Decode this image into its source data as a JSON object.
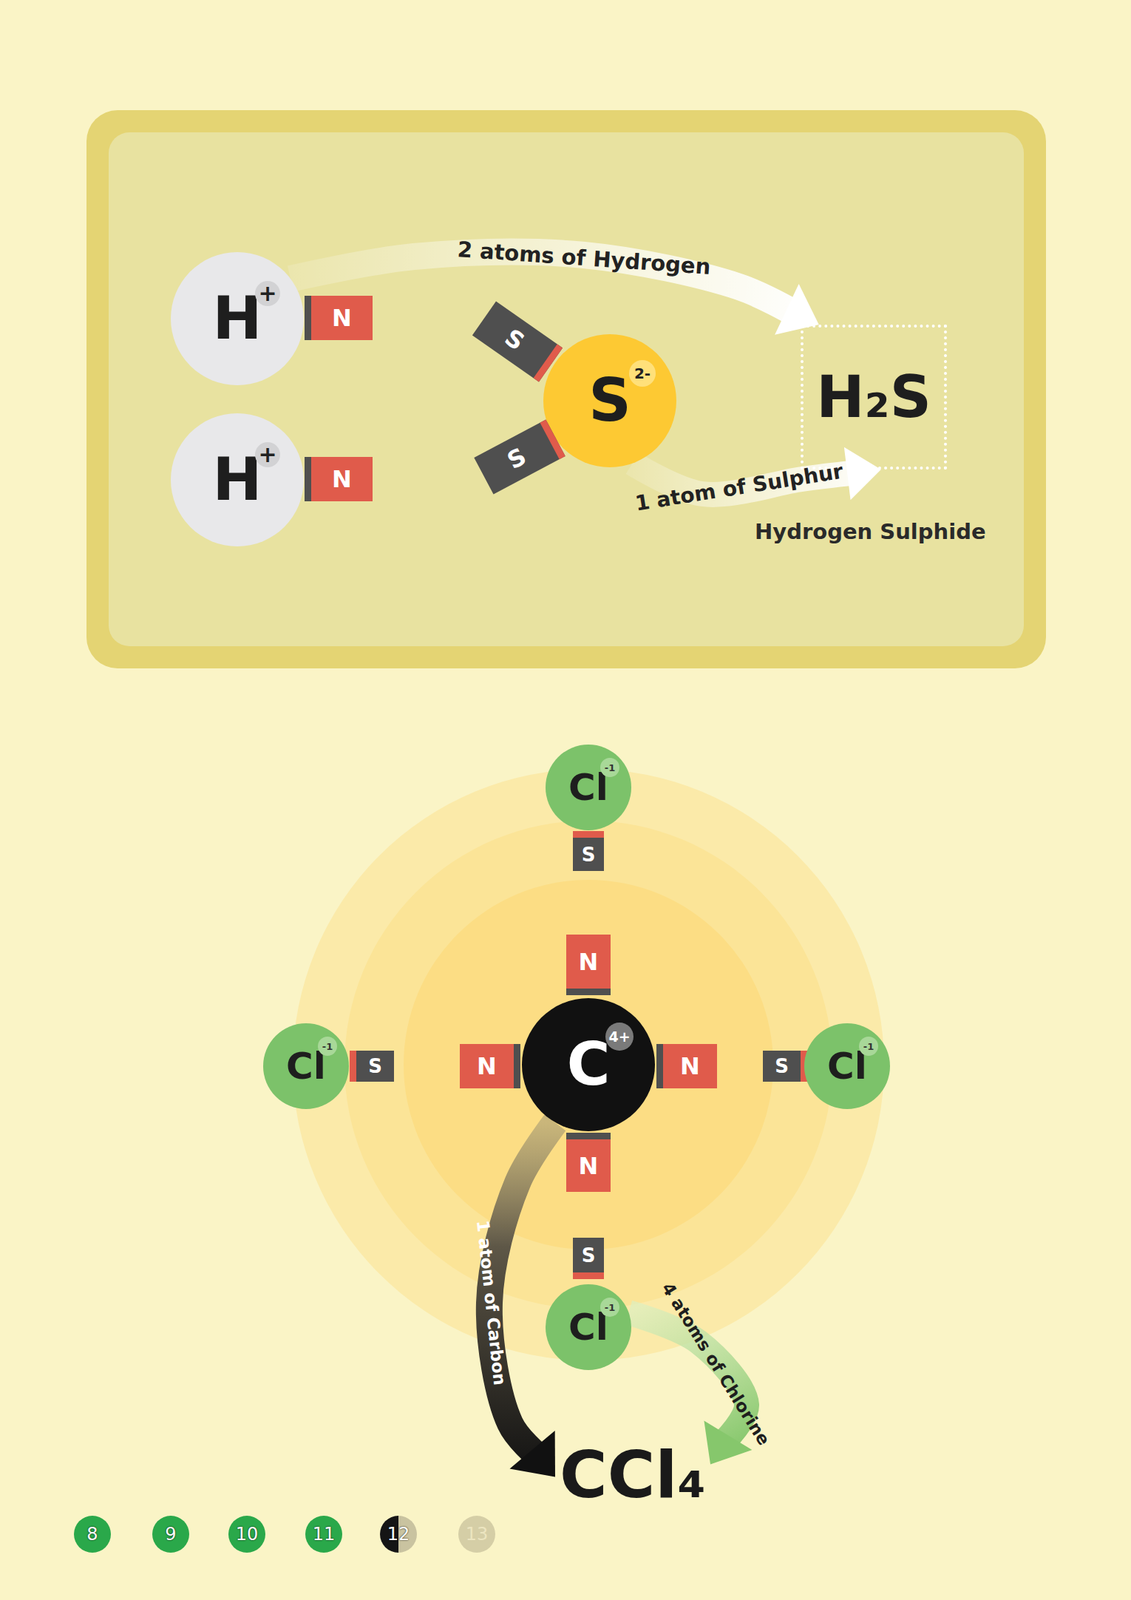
{
  "diagram": {
    "nodes": [
      {
        "text": [
          "H",
          "+"
        ]
      },
      {
        "text": [
          "N"
        ]
      },
      {
        "text": [
          "H",
          "+"
        ]
      },
      {
        "text": [
          "N"
        ]
      },
      {
        "text": [
          "S",
          "2-"
        ]
      },
      {
        "text": [
          "S"
        ]
      },
      {
        "text": [
          "S"
        ]
      },
      {
        "text": [
          "H₂S",
          "Hydrogen Sulphide"
        ]
      },
      {
        "text": [
          "Cl",
          "-1"
        ]
      },
      {
        "text": [
          "S"
        ]
      },
      {
        "text": [
          "N"
        ]
      },
      {
        "text": [
          "Cl",
          "-1"
        ]
      },
      {
        "text": [
          "S"
        ]
      },
      {
        "text": [
          "N"
        ]
      },
      {
        "text": [
          "C",
          "4+"
        ]
      },
      {
        "text": [
          "N"
        ]
      },
      {
        "text": [
          "S"
        ]
      },
      {
        "text": [
          "Cl",
          "-1"
        ]
      },
      {
        "text": [
          "N"
        ]
      },
      {
        "text": [
          "S"
        ]
      },
      {
        "text": [
          "Cl",
          "-1"
        ]
      },
      {
        "text": [
          "CCl₄"
        ]
      },
      {
        "text": [
          "8"
        ]
      },
      {
        "text": [
          "9"
        ]
      },
      {
        "text": [
          "10"
        ]
      },
      {
        "text": [
          "11"
        ]
      },
      {
        "text": [
          "12"
        ]
      },
      {
        "text": [
          "13"
        ]
      }
    ],
    "edges": [
      {
        "from": 0,
        "to": 7,
        "label": "2 atoms of Hydrogen",
        "arrow": "to"
      },
      {
        "from": 4,
        "to": 7,
        "label": "1 atom of Sulphur",
        "arrow": "to"
      },
      {
        "from": 14,
        "to": 21,
        "label": "1 atom of Carbon",
        "arrow": "to"
      },
      {
        "from": 20,
        "to": 21,
        "label": "4 atoms of Chlorine",
        "arrow": "to"
      }
    ]
  }
}
